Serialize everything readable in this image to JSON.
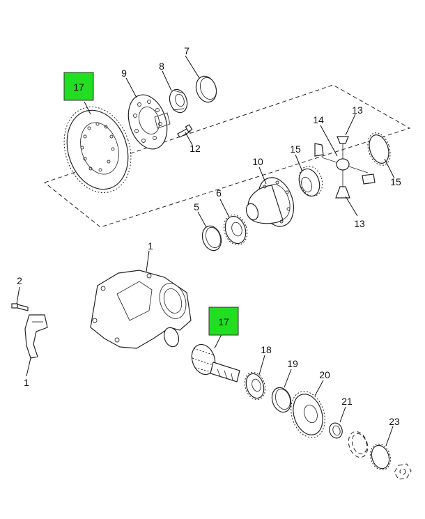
{
  "callouts": [
    {
      "id": "17a",
      "label": "17"
    },
    {
      "id": "17b",
      "label": "17"
    }
  ],
  "labels": {
    "p1a": "1",
    "p1b": "1",
    "p2": "2",
    "p5": "5",
    "p6": "6",
    "p7": "7",
    "p8": "8",
    "p9": "9",
    "p10": "10",
    "p12": "12",
    "p13a": "13",
    "p13b": "13",
    "p14": "14",
    "p15a": "15",
    "p15b": "15",
    "p18": "18",
    "p19": "19",
    "p20": "20",
    "p21": "21",
    "p23": "23"
  },
  "colors": {
    "highlight": "#22dd22",
    "line": "#222222",
    "background": "#ffffff"
  }
}
